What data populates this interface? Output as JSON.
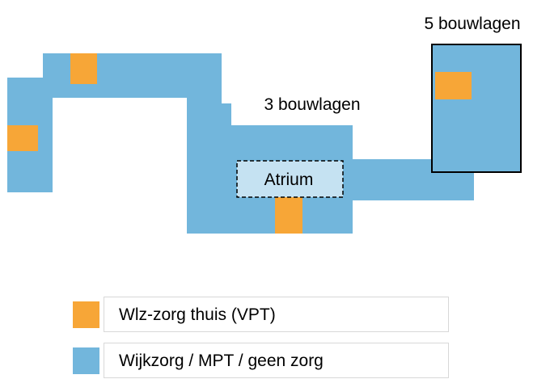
{
  "colors": {
    "wijkzorg": "#72B6DC",
    "wlz": "#F7A637",
    "atrium_fill": "#C5E2F2",
    "outline": "#000000"
  },
  "labels": {
    "tower_floors": "5 bouwlagen",
    "center_floors": "3 bouwlagen",
    "atrium": "Atrium"
  },
  "legend": [
    {
      "label": "Wlz-zorg thuis (VPT)",
      "color_key": "wlz"
    },
    {
      "label": "Wijkzorg / MPT / geen zorg",
      "color_key": "wijkzorg"
    }
  ]
}
